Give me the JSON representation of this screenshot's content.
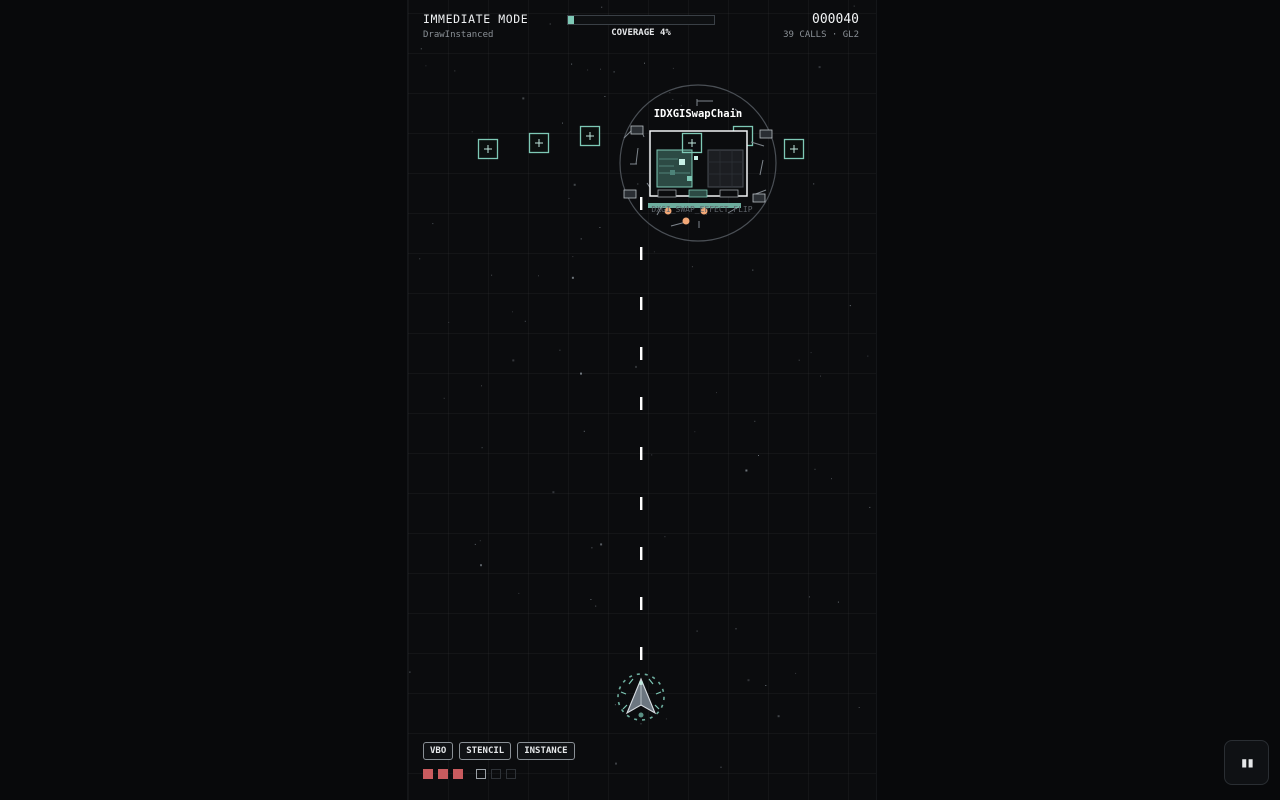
{
  "hud": {
    "mode": "IMMEDIATE MODE",
    "submode": "DrawInstanced",
    "coverage_label": "COVERAGE 4%",
    "coverage_percent": 4,
    "score": "000040",
    "calls": "39 CALLS · GL2"
  },
  "boss": {
    "name": "IDXGISwapChain",
    "subtitle": "DXGI_SWAP_EFFECT_FLIP"
  },
  "enemies": {
    "count": 7,
    "glyph": "+"
  },
  "powerups": [
    "VBO",
    "STENCIL",
    "INSTANCE"
  ],
  "lives": {
    "filled": 3,
    "total": 6
  },
  "controls": {
    "pause_glyph": "⏸"
  },
  "colors": {
    "accent": "#7ec9b6",
    "life": "#c95b5e",
    "background": "#08090b",
    "bullet": "#ffffff"
  },
  "icons": {
    "player": "arrowhead-ship-icon",
    "enemy": "plus-box-icon",
    "pause": "pause-icon"
  }
}
